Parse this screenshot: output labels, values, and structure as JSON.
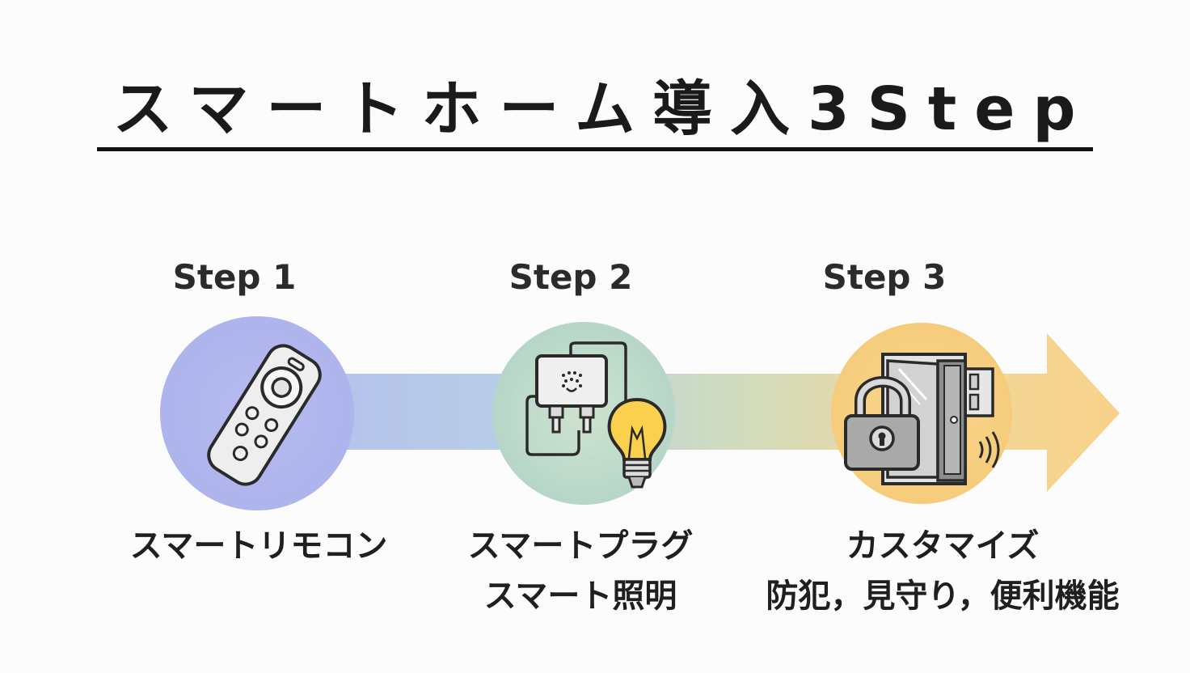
{
  "title": "スマートホーム導入3Step",
  "colors": {
    "step1": "#b4b9ef",
    "step2": "#c0dcc8",
    "step3": "#f7cf82",
    "arrow_start": "#b4bdee",
    "arrow_end": "#f8d28a"
  },
  "steps": [
    {
      "label": "Step 1",
      "icon": "remote-control-icon",
      "caption": [
        "スマートリモコン"
      ]
    },
    {
      "label": "Step 2",
      "icon": "smart-plug-and-bulb-icon",
      "caption": [
        "スマートプラグ",
        "スマート照明"
      ]
    },
    {
      "label": "Step 3",
      "icon": "smart-lock-door-icon",
      "caption": [
        "カスタマイズ",
        "防犯，見守り，便利機能"
      ]
    }
  ]
}
